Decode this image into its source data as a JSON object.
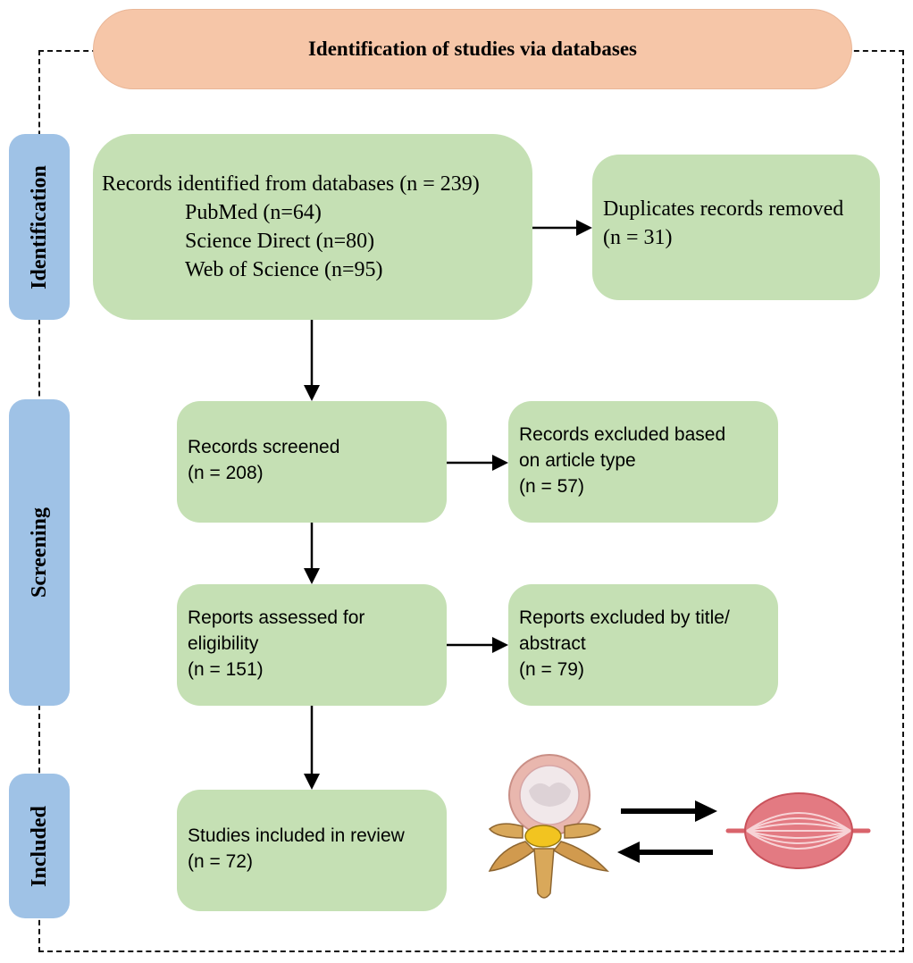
{
  "header": {
    "title": "Identification of studies via databases"
  },
  "phases": {
    "identification": "Identification",
    "screening": "Screening",
    "included": "Included"
  },
  "identification": {
    "records_identified": {
      "line1": "Records identified from databases (n = 239)",
      "sources": [
        "PubMed (n=64)",
        "Science Direct (n=80)",
        "Web of Science (n=95)"
      ]
    },
    "duplicates": {
      "line1": "Duplicates records removed",
      "line2": "(n = 31)"
    }
  },
  "screening": {
    "records_screened": {
      "line1": "Records screened",
      "line2": "(n = 208)"
    },
    "excluded_article_type": {
      "line1": "Records excluded based",
      "line2": "on article type",
      "line3": "(n = 57)"
    },
    "reports_assessed": {
      "line1": "Reports assessed for",
      "line2": "eligibility",
      "line3": "(n = 151)"
    },
    "excluded_title": {
      "line1": "Reports excluded by title/",
      "line2": "abstract",
      "line3": "(n = 79)"
    }
  },
  "included": {
    "studies": {
      "line1": "Studies included in review",
      "line2": "(n = 72)"
    }
  },
  "colors": {
    "header": "#f6c6a8",
    "box": "#c5e0b4",
    "phase": "#9fc2e6"
  },
  "icons": [
    "vertebra-disc-icon",
    "muscle-icon",
    "right-arrow-icon",
    "left-arrow-icon"
  ]
}
